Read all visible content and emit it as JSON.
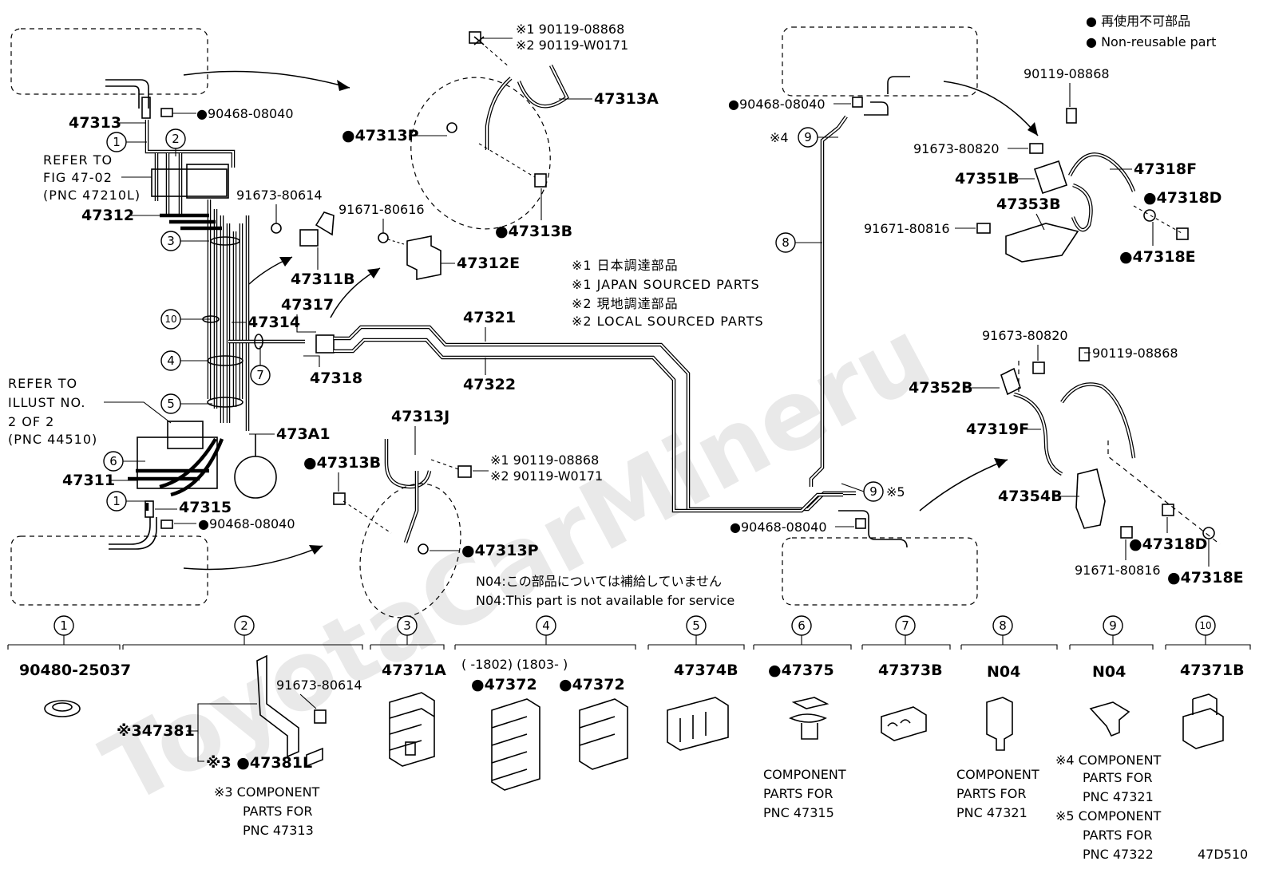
{
  "legend": {
    "symbol": "●",
    "line_jp": "再使用不可部品",
    "line_en": "Non-reusable part"
  },
  "notes": {
    "n1_jp": "※1 日本調達部品",
    "n1_en": "※1 JAPAN SOURCED PARTS",
    "n2_jp": "※2 現地調達部品",
    "n2_en": "※2 LOCAL SOURCED PARTS",
    "n04_jp": "N04:この部品については補給していません",
    "n04_en": "N04:This part is not available for service"
  },
  "refer_fig": [
    "REFER TO",
    "FIG 47-02",
    "(PNC 47210L)"
  ],
  "refer_illust": [
    "REFER TO",
    "ILLUST NO.",
    "2 OF 2",
    "(PNC 44510)"
  ],
  "labels": {
    "p47313": "47313",
    "p90468_a": "●90468-08040",
    "p47312": "47312",
    "p91673_80614": "91673-80614",
    "p47311B": "47311B",
    "p91671_80616": "91671-80616",
    "p47312E": "47312E",
    "p47314": "47314",
    "p47317": "47317",
    "p47318": "47318",
    "p47321": "47321",
    "p47322": "47322",
    "p473A1": "473A1",
    "p47311": "47311",
    "p47315": "47315",
    "p90468_b": "●90468-08040",
    "p47313A": "47313A",
    "p47313P_a": "●47313P",
    "p47313B_a": "●47313B",
    "p90119_1a": "※1 90119-08868",
    "p90119_2a": "※2 90119-W0171",
    "p47313J": "47313J",
    "p47313B_b": "●47313B",
    "p47313P_b": "●47313P",
    "p90119_1b": "※1 90119-08868",
    "p90119_2b": "※2 90119-W0171",
    "p90468_c": "●90468-08040",
    "p90468_d": "●90468-08040",
    "p9_4": "※4",
    "p9_5": "※5",
    "p90119_r1": "90119-08868",
    "p91673_80820a": "91673-80820",
    "p47351B": "47351B",
    "p47318F": "47318F",
    "p47353B": "47353B",
    "p47318D_a": "●47318D",
    "p91671_80816a": "91671-80816",
    "p47318E_a": "●47318E",
    "p91673_80820b": "91673-80820",
    "p90119_r2": "90119-08868",
    "p47352B": "47352B",
    "p47319F": "47319F",
    "p47354B": "47354B",
    "p47318D_b": "●47318D",
    "p91671_80816b": "91671-80816",
    "p47318E_b": "●47318E"
  },
  "callouts": [
    "1",
    "2",
    "3",
    "4",
    "5",
    "6",
    "7",
    "8",
    "9",
    "10"
  ],
  "bottom": {
    "c1": "90480-25037",
    "c2_bolt": "91673-80614",
    "c2_a": "※347381",
    "c2_b": "※3 ●47381L",
    "c2_note": [
      "※3 COMPONENT",
      "PARTS FOR",
      "PNC 47313"
    ],
    "c3": "47371A",
    "c4_range": "(    -1802) (1803-    )",
    "c4_a": "●47372",
    "c4_b": "●47372",
    "c5": "47374B",
    "c6": "●47375",
    "c6_note": [
      "COMPONENT",
      "PARTS FOR",
      "PNC 47315"
    ],
    "c7": "47373B",
    "c8": "N04",
    "c8_note": [
      "COMPONENT",
      "PARTS FOR",
      "PNC 47321"
    ],
    "c9": "N04",
    "c9_note": [
      "※4 COMPONENT",
      "PARTS FOR",
      "PNC 47321",
      "※5 COMPONENT",
      "PARTS FOR",
      "PNC 47322"
    ],
    "c10": "47371B"
  },
  "fig_code": "47D510",
  "watermark": "ToyotaCarMineru"
}
